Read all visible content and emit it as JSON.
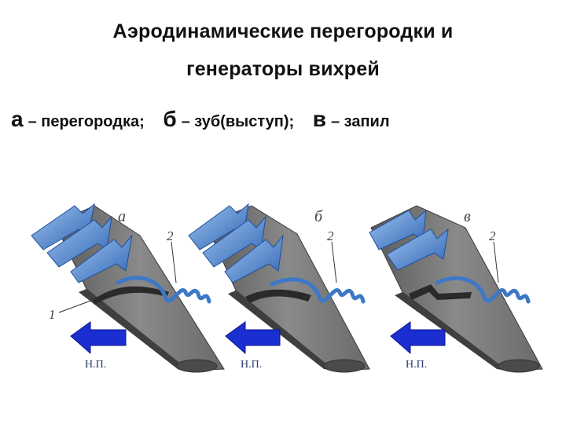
{
  "title_line1": "Аэродинамические перегородки и",
  "title_line2": "генераторы вихрей",
  "legend": {
    "a_letter": "а",
    "a_text": "– перегородка;",
    "b_letter": "б",
    "b_text": "– зуб(выступ);",
    "v_letter": "в",
    "v_text": "– запил"
  },
  "panels": [
    {
      "letter": "а",
      "label_1": "1",
      "label_2": "2",
      "flight_dir": "Н.П."
    },
    {
      "letter": "б",
      "label_2": "2",
      "flight_dir": "Н.П."
    },
    {
      "letter": "в",
      "label_2": "2",
      "flight_dir": "Н.П."
    }
  ],
  "colors": {
    "wing": "#6f6f6f",
    "flow": "#3d78c8",
    "arrow": "#1b2fd0"
  }
}
